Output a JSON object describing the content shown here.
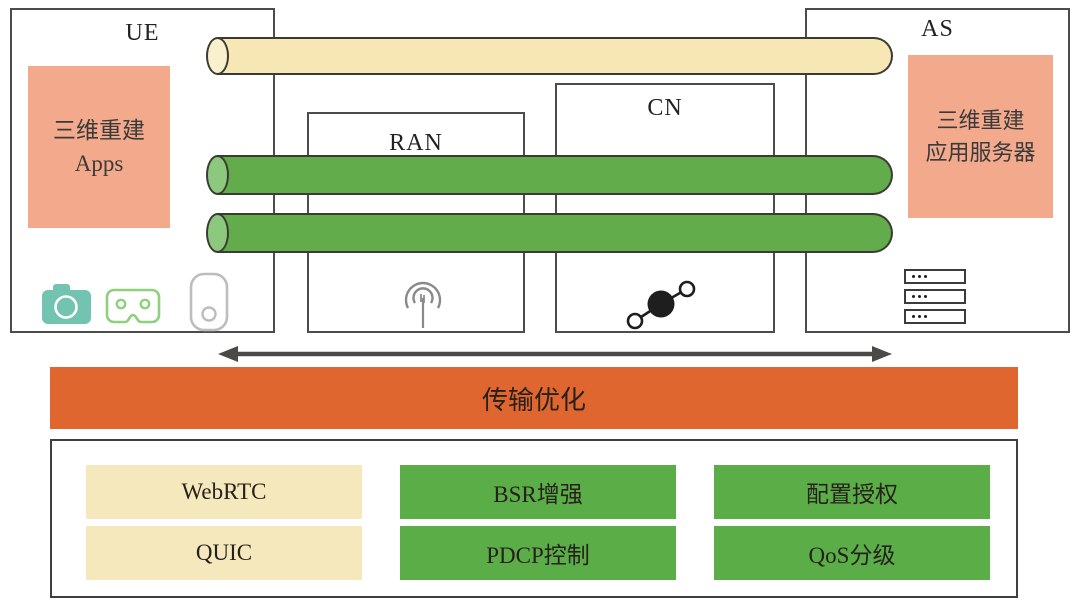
{
  "nodes": {
    "ue": {
      "label": "UE"
    },
    "as": {
      "label": "AS"
    },
    "ran": {
      "label": "RAN"
    },
    "cn": {
      "label": "CN"
    }
  },
  "ue_app_box": {
    "line1": "三维重建",
    "line2": "Apps"
  },
  "as_app_box": {
    "line1": "三维重建",
    "line2": "应用服务器"
  },
  "transport": {
    "label": "传输优化"
  },
  "toolbox": {
    "items": [
      {
        "label": "WebRTC",
        "style": "cream"
      },
      {
        "label": "BSR增强",
        "style": "green"
      },
      {
        "label": "配置授权",
        "style": "green"
      },
      {
        "label": "QUIC",
        "style": "cream"
      },
      {
        "label": "PDCP控制",
        "style": "green"
      },
      {
        "label": "QoS分级",
        "style": "green"
      }
    ]
  },
  "pipes": [
    {
      "name": "top-signaling-pipe",
      "color": "#F6E7B4"
    },
    {
      "name": "data-pipe-1",
      "color": "#62AC4B"
    },
    {
      "name": "data-pipe-2",
      "color": "#62AC4B"
    }
  ],
  "icons": [
    "camera-icon",
    "vr-headset-icon",
    "smartphone-icon",
    "antenna-icon",
    "network-node-icon",
    "server-stack-icon"
  ],
  "colors": {
    "salmon": "#F3A98B",
    "cream": "#F6E7B4",
    "green": "#62AC4B",
    "orange": "#E0662F",
    "teal": "#72C4B1",
    "vr_green": "#8ED07E",
    "gray_outline": "#BDBDBD",
    "border": "#4C4C4C"
  }
}
